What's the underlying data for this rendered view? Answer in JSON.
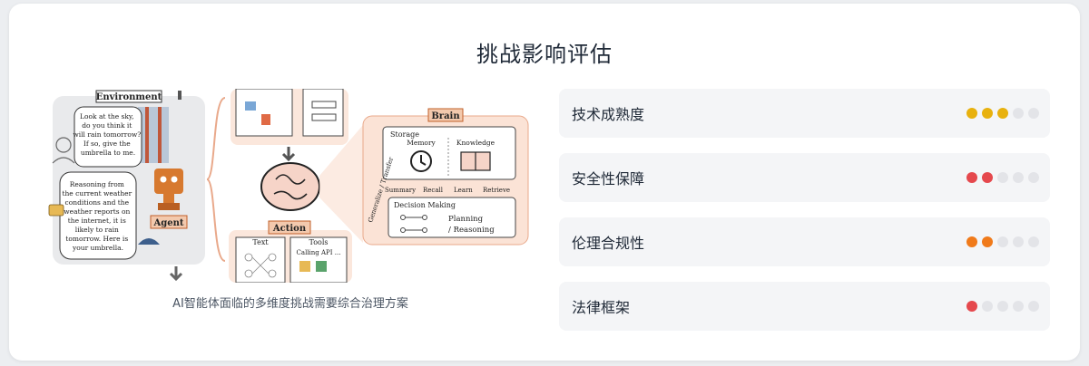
{
  "title": "挑战影响评估",
  "caption": "AI智能体面临的多维度挑战需要综合治理方案",
  "figure": {
    "environment": "Environment",
    "agent": "Agent",
    "brain": "Brain",
    "action": "Action",
    "storage": "Storage",
    "memory": "Memory",
    "knowledge": "Knowledge",
    "summary": "Summary",
    "recall": "Recall",
    "learn": "Learn",
    "retrieve": "Retrieve",
    "decision": "Decision Making",
    "planning": "Planning",
    "reasoning": "/ Reasoning",
    "generalize": "Generalize / Transfer",
    "text": "Text",
    "tools": "Tools",
    "calling": "Calling API ...",
    "bubble1": [
      "Look at the sky,",
      "do you think it",
      "will rain tomorrow?",
      "If so, give the",
      "umbrella to me."
    ],
    "bubble2": [
      "Reasoning from",
      "the current weather",
      "conditions and the",
      "weather reports on",
      "the internet, it is",
      "likely to rain",
      "tomorrow. Here is",
      "your umbrella."
    ]
  },
  "ratings": [
    {
      "label": "技术成熟度",
      "level": 3,
      "color": "#e8b10e"
    },
    {
      "label": "安全性保障",
      "level": 2,
      "color": "#e5484d"
    },
    {
      "label": "伦理合规性",
      "level": 2,
      "color": "#f07a1a"
    },
    {
      "label": "法律框架",
      "level": 1,
      "color": "#e5484d"
    }
  ],
  "dots_total": 5
}
